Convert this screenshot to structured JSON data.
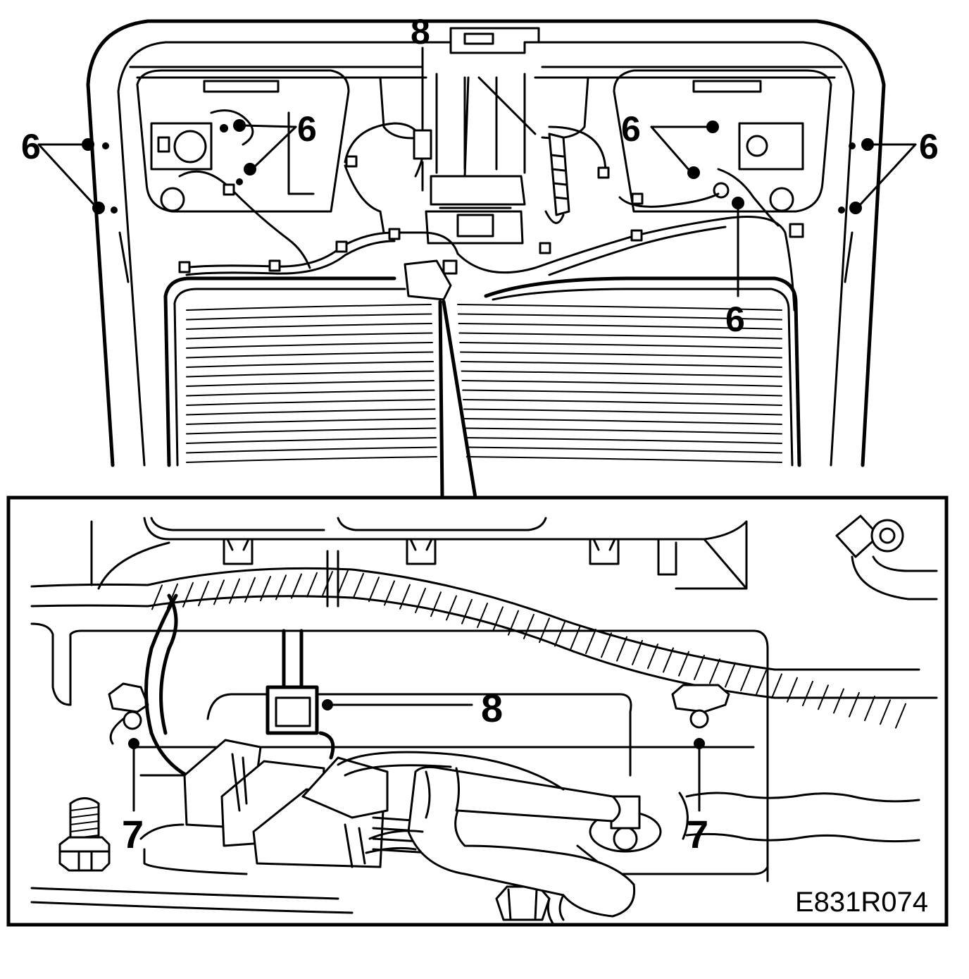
{
  "figure_code": "E831R074",
  "callouts": {
    "screw_label": "6",
    "nut_label": "7",
    "connector_label": "8"
  },
  "colors": {
    "ink": "#000000",
    "paper": "#ffffff"
  }
}
